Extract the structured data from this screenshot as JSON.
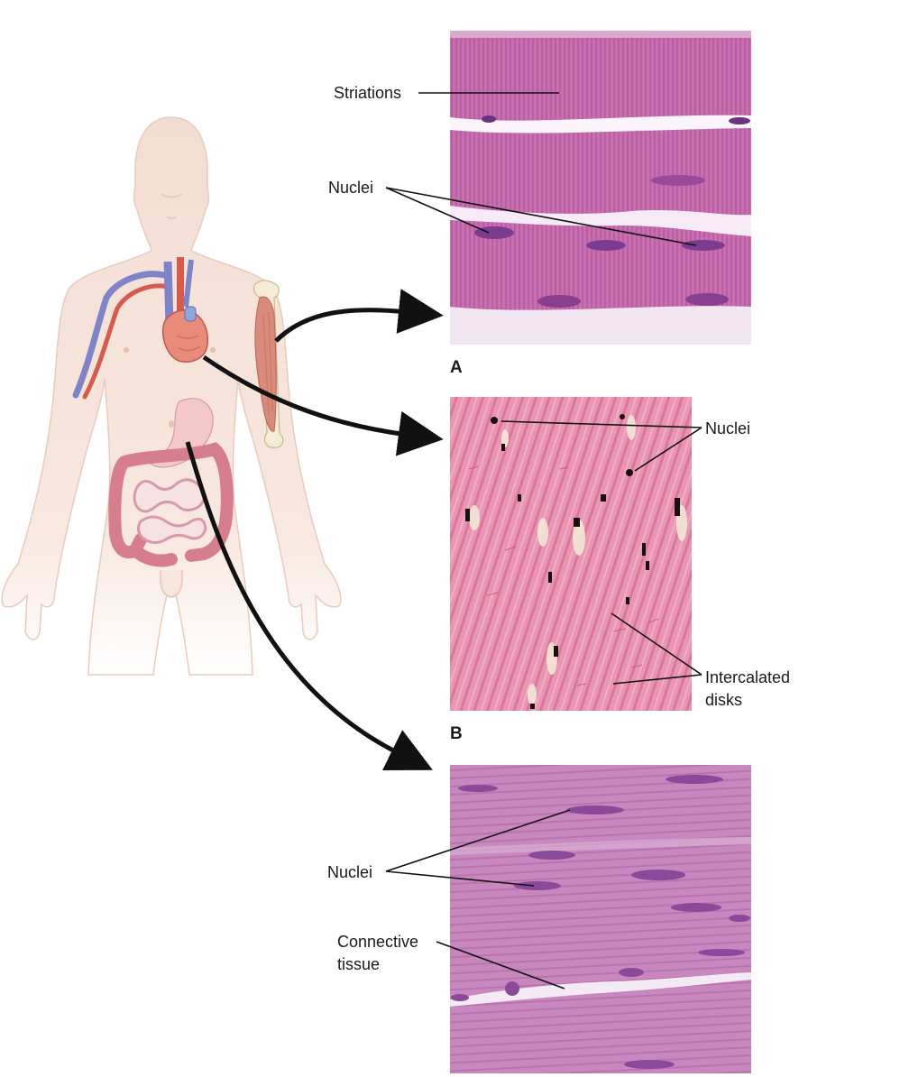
{
  "panels": {
    "a": {
      "letter": "A"
    },
    "b": {
      "letter": "B"
    }
  },
  "labels": {
    "striations": "Striations",
    "nuclei_a": "Nuclei",
    "nuclei_b": "Nuclei",
    "intercalated_line1": "Intercalated",
    "intercalated_line2": "disks",
    "nuclei_c": "Nuclei",
    "connective_line1": "Connective",
    "connective_line2": "tissue"
  },
  "colors": {
    "skin": "#f6e1d6",
    "skeletal_tissue": "#c872b0",
    "cardiac_tissue": "#e48aaa",
    "smooth_tissue": "#c77fba",
    "nucleus": "#7c3b8f",
    "vein": "#7f84c8",
    "artery": "#d65a4e",
    "leader_line": "#111111"
  }
}
